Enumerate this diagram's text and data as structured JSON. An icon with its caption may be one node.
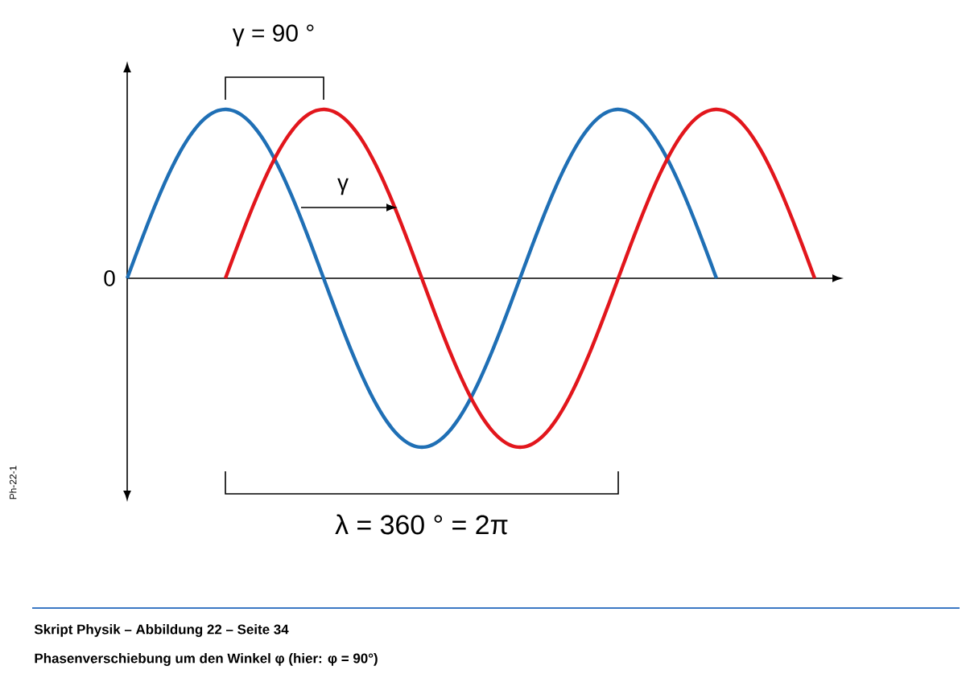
{
  "diagram": {
    "caption": "Phasenverschiebung um den Winkel φ (hier: φ = 90°)",
    "labels": [
      "γ = 90 °",
      "γ",
      "0",
      "λ = 360 ° = 2π",
      "Ph-22-1",
      "Skript Physik – Abbildung 22 – Seite 34"
    ]
  }
}
